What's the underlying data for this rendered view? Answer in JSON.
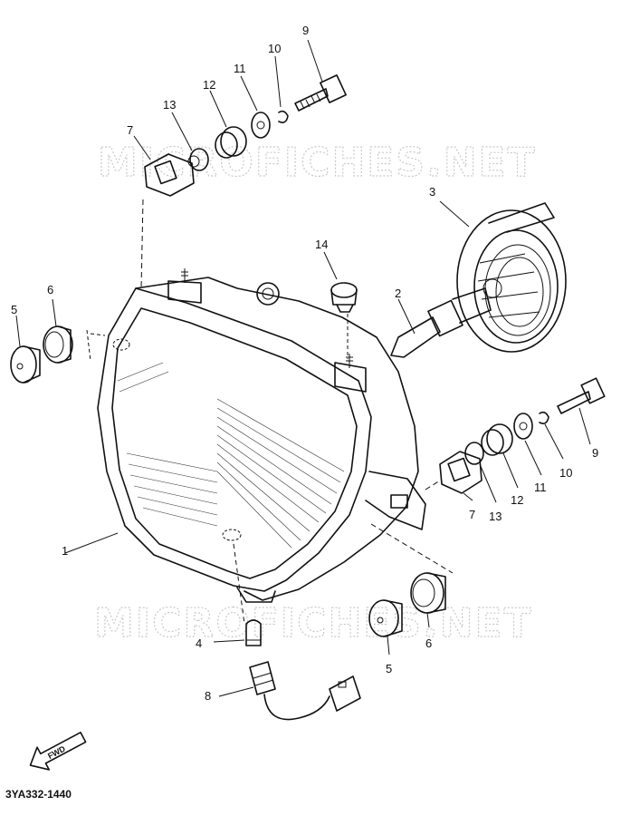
{
  "watermarks": [
    "MICROFICHES.NET",
    "MICROFICHES.NET"
  ],
  "callouts": [
    "1",
    "2",
    "3",
    "4",
    "5",
    "5",
    "6",
    "6",
    "7",
    "7",
    "8",
    "9",
    "9",
    "10",
    "10",
    "11",
    "11",
    "12",
    "12",
    "13",
    "13",
    "14"
  ],
  "front_arrow_label": "FWD",
  "diagram_code": "3YA332-1440"
}
